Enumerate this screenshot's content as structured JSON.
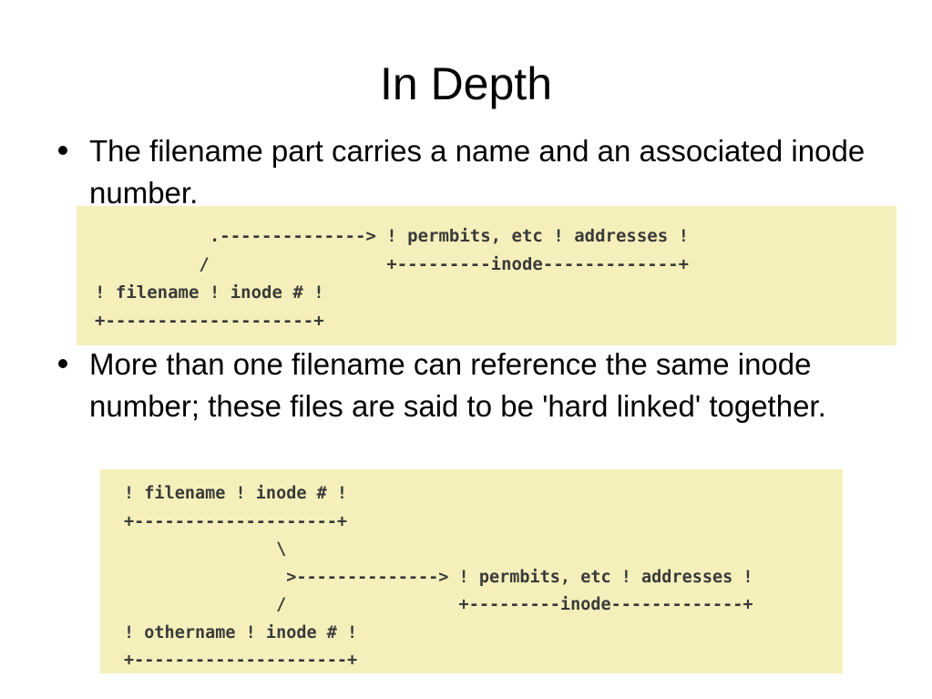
{
  "slide": {
    "title": "In Depth",
    "bullets": [
      {
        "text": "The filename part carries a name and an associated inode number.",
        "code": "           .--------------> ! permbits, etc ! addresses !\n          /                 +---------inode-------------+\n! filename ! inode # !\n+--------------------+"
      },
      {
        "text": "More than one filename can reference the same inode number; these files are said to be 'hard linked' together.",
        "code": "! filename ! inode # !\n+--------------------+\n               \\\n                >--------------> ! permbits, etc ! addresses !\n               /                 +---------inode-------------+\n! othername ! inode # !\n+---------------------+"
      }
    ]
  }
}
